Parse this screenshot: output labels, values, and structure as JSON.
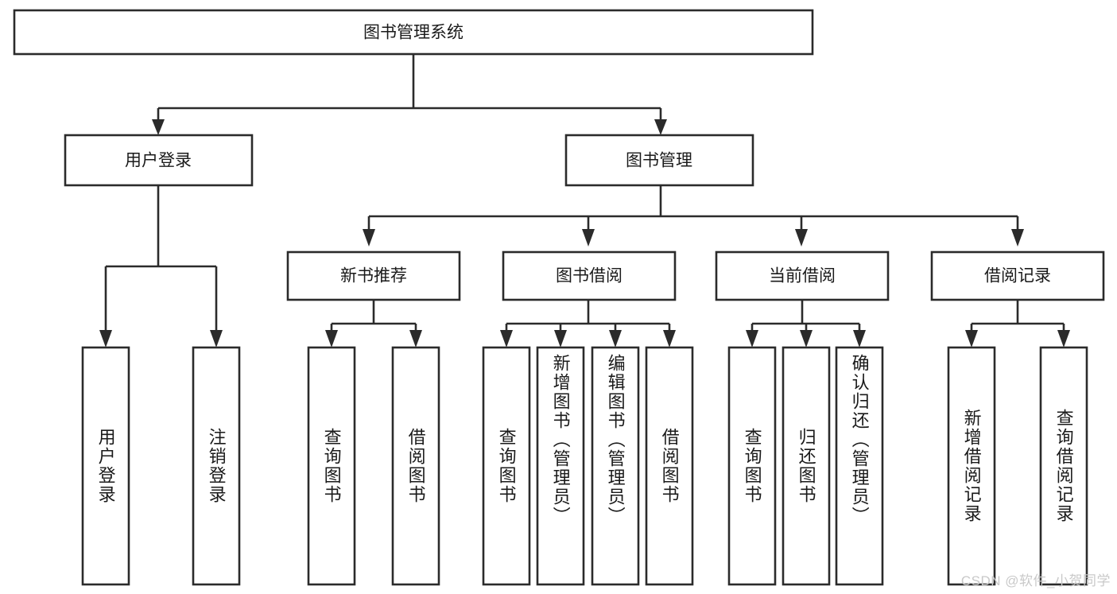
{
  "diagram": {
    "type": "tree-hierarchy",
    "title_node": {
      "id": "root",
      "label": "图书管理系统"
    },
    "level2": [
      {
        "id": "user-login",
        "label": "用户登录"
      },
      {
        "id": "book-management",
        "label": "图书管理"
      }
    ],
    "level3": [
      {
        "id": "new-book-recommend",
        "label": "新书推荐",
        "parent": "book-management"
      },
      {
        "id": "book-borrow",
        "label": "图书借阅",
        "parent": "book-management"
      },
      {
        "id": "current-borrow",
        "label": "当前借阅",
        "parent": "book-management"
      },
      {
        "id": "borrow-record",
        "label": "借阅记录",
        "parent": "book-management"
      }
    ],
    "leaves": [
      {
        "id": "leaf-user-login",
        "label": "用户登录",
        "parent": "user-login"
      },
      {
        "id": "leaf-user-logout",
        "label": "注销登录",
        "parent": "user-login"
      },
      {
        "id": "leaf-query-book-1",
        "label": "查询图书",
        "parent": "new-book-recommend"
      },
      {
        "id": "leaf-borrow-book-1",
        "label": "借阅图书",
        "parent": "new-book-recommend"
      },
      {
        "id": "leaf-query-book-2",
        "label": "查询图书",
        "parent": "book-borrow"
      },
      {
        "id": "leaf-add-book",
        "label": "新增图书（管理员）",
        "parent": "book-borrow"
      },
      {
        "id": "leaf-edit-book",
        "label": "编辑图书（管理员）",
        "parent": "book-borrow"
      },
      {
        "id": "leaf-borrow-book-2",
        "label": "借阅图书",
        "parent": "book-borrow"
      },
      {
        "id": "leaf-query-book-3",
        "label": "查询图书",
        "parent": "current-borrow"
      },
      {
        "id": "leaf-return-book",
        "label": "归还图书",
        "parent": "current-borrow"
      },
      {
        "id": "leaf-confirm-return",
        "label": "确认归还（管理员）",
        "parent": "current-borrow"
      },
      {
        "id": "leaf-add-record",
        "label": "新增借阅记录",
        "parent": "borrow-record"
      },
      {
        "id": "leaf-query-record",
        "label": "查询借阅记录",
        "parent": "borrow-record"
      }
    ],
    "colors": {
      "box_stroke": "#2b2b2b",
      "box_fill": "#ffffff",
      "text": "#1a1a1a",
      "background": "#ffffff",
      "watermark": "#c9c9c9"
    }
  },
  "watermark": {
    "text": "CSDN @软件_小贺同学"
  }
}
